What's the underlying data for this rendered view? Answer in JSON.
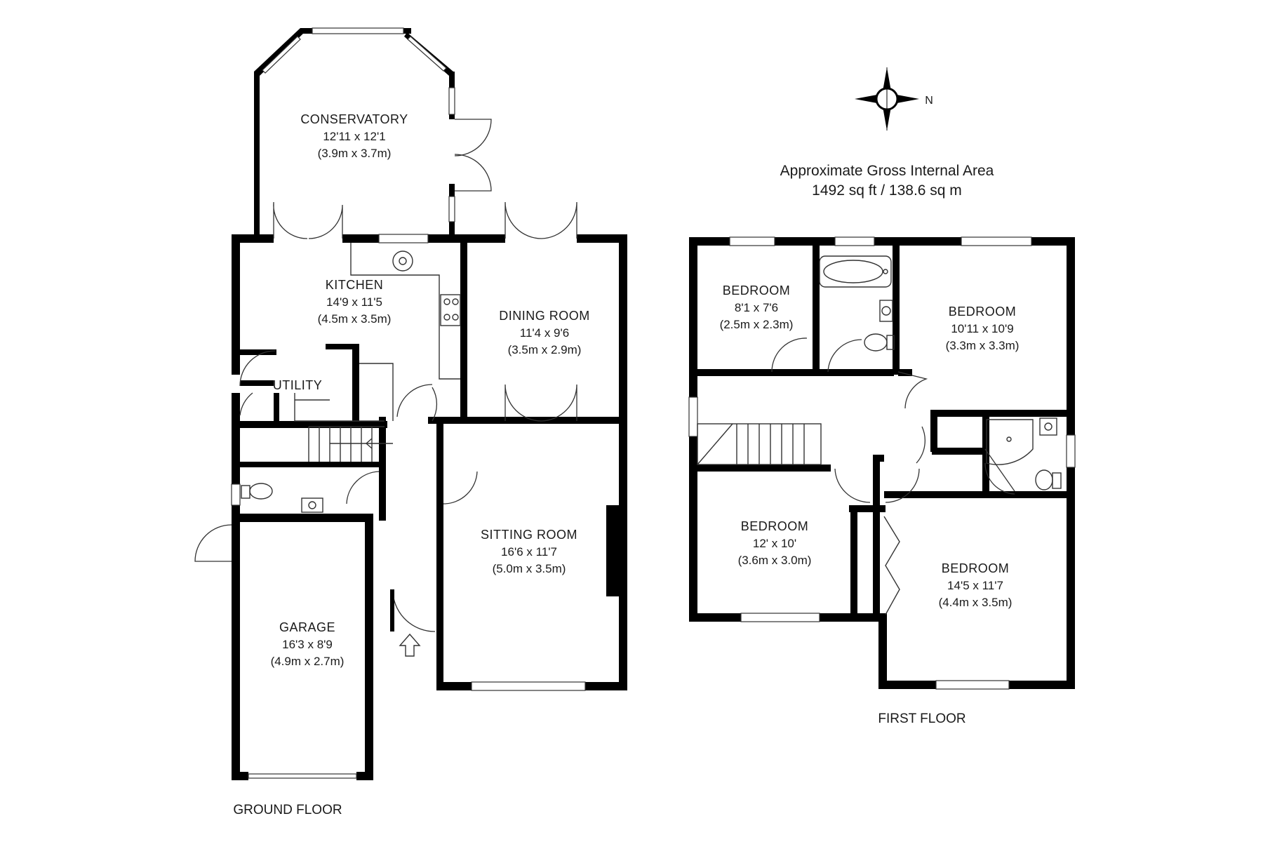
{
  "area": {
    "line1": "Approximate Gross Internal Area",
    "line2": "1492 sq ft / 138.6 sq m"
  },
  "compass": {
    "label": "N"
  },
  "ground_floor": {
    "label": "GROUND FLOOR",
    "rooms": {
      "conservatory": {
        "name": "CONSERVATORY",
        "imperial": "12'11 x 12'1",
        "metric": "(3.9m x 3.7m)"
      },
      "kitchen": {
        "name": "KITCHEN",
        "imperial": "14'9 x 11'5",
        "metric": "(4.5m x 3.5m)"
      },
      "utility": {
        "name": "UTILITY"
      },
      "dining": {
        "name": "DINING ROOM",
        "imperial": "11'4 x 9'6",
        "metric": "(3.5m x 2.9m)"
      },
      "sitting": {
        "name": "SITTING ROOM",
        "imperial": "16'6 x 11'7",
        "metric": "(5.0m x 3.5m)"
      },
      "garage": {
        "name": "GARAGE",
        "imperial": "16'3 x 8'9",
        "metric": "(4.9m x 2.7m)"
      }
    }
  },
  "first_floor": {
    "label": "FIRST FLOOR",
    "rooms": {
      "bedroom1": {
        "name": "BEDROOM",
        "imperial": "8'1 x 7'6",
        "metric": "(2.5m x 2.3m)"
      },
      "bedroom2": {
        "name": "BEDROOM",
        "imperial": "10'11 x 10'9",
        "metric": "(3.3m x 3.3m)"
      },
      "bedroom3": {
        "name": "BEDROOM",
        "imperial": "12' x 10'",
        "metric": "(3.6m x 3.0m)"
      },
      "bedroom4": {
        "name": "BEDROOM",
        "imperial": "14'5 x 11'7",
        "metric": "(4.4m x 3.5m)"
      }
    }
  }
}
